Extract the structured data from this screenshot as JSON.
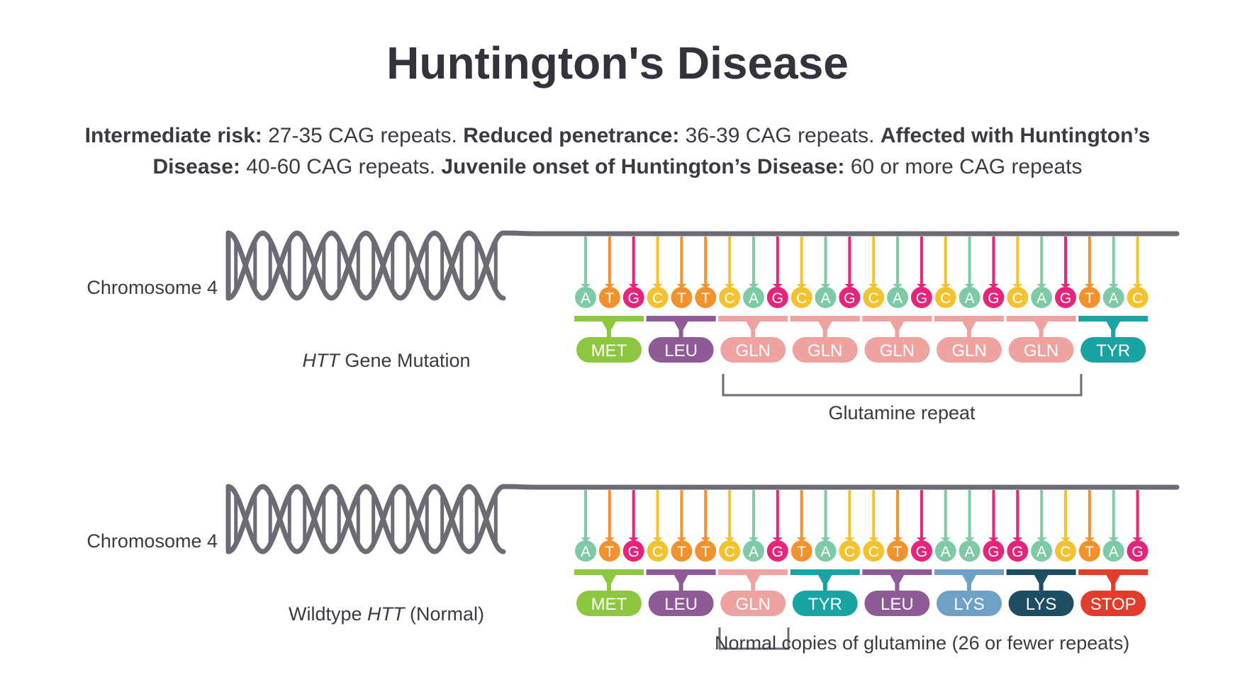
{
  "title": "Huntington's Disease",
  "description": [
    {
      "label": "Intermediate risk:",
      "text": " 27-35 CAG repeats. "
    },
    {
      "label": "Reduced penetrance:",
      "text": " 36-39 CAG repeats. "
    },
    {
      "label": "Affected with Huntington’s Disease:",
      "text": " 40-60 CAG repeats. "
    },
    {
      "label": "Juvenile  onset of Huntington’s Disease:",
      "text": " 60 or more CAG repeats"
    }
  ],
  "colors": {
    "A": "#7ec9a6",
    "T": "#f3922d",
    "G": "#e6257a",
    "C": "#f2c230",
    "helix": "#6b6b75",
    "MET": "#8dc63f",
    "LEU": "#8e5b96",
    "GLN": "#eea3a0",
    "TYR": "#1aa3a3",
    "LYS_light": "#6fa1c7",
    "LYS_dark": "#1e4e63",
    "STOP": "#e23d2c"
  },
  "panels": [
    {
      "chromosome_label": "Chromosome 4",
      "gene_label_italic": "HTT",
      "gene_label_rest": " Gene Mutation",
      "gene_label_prefix": "",
      "gene_label_suffix": "",
      "sequence": "ATGCTTCAGCAGCAGCAGCAGTAC",
      "codons": [
        {
          "name": "MET",
          "color": "MET"
        },
        {
          "name": "LEU",
          "color": "LEU"
        },
        {
          "name": "GLN",
          "color": "GLN"
        },
        {
          "name": "GLN",
          "color": "GLN"
        },
        {
          "name": "GLN",
          "color": "GLN"
        },
        {
          "name": "GLN",
          "color": "GLN"
        },
        {
          "name": "GLN",
          "color": "GLN"
        },
        {
          "name": "TYR",
          "color": "TYR"
        }
      ],
      "bracket_label": "Glutamine repeat"
    },
    {
      "chromosome_label": "Chromosome 4",
      "gene_label_prefix": "Wildtype ",
      "gene_label_italic": "HTT",
      "gene_label_rest": " (Normal)",
      "sequence": "ATGCTTCAGTACCTGAAGGACTAG",
      "codons": [
        {
          "name": "MET",
          "color": "MET"
        },
        {
          "name": "LEU",
          "color": "LEU"
        },
        {
          "name": "GLN",
          "color": "GLN"
        },
        {
          "name": "TYR",
          "color": "TYR"
        },
        {
          "name": "LEU",
          "color": "LEU"
        },
        {
          "name": "LYS",
          "color": "LYS_light"
        },
        {
          "name": "LYS",
          "color": "LYS_dark"
        },
        {
          "name": "STOP",
          "color": "STOP"
        }
      ],
      "bracket_label": "Normal copies of glutamine (26 or fewer repeats)"
    }
  ]
}
